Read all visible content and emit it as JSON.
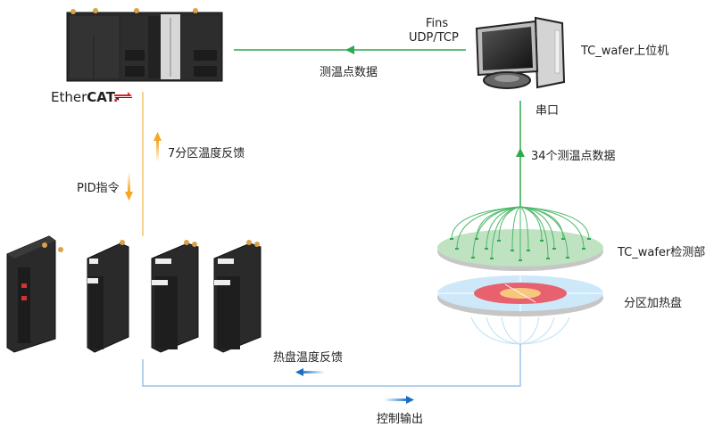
{
  "diagram": {
    "controller": {
      "name": "plc-controller",
      "bus_logo": {
        "prefix": "Ether",
        "suffix": "CAT",
        "mark": "."
      }
    },
    "host": {
      "label": "TC_wafer上位机"
    },
    "link_host_plc": {
      "protocol_line1": "Fins",
      "protocol_line2": "UDP/TCP",
      "data_label": "测温点数据"
    },
    "serial": {
      "label": "串口",
      "data_label": "34个测温点数据"
    },
    "plc_io": {
      "feedback_label": "7分区温度反馈",
      "command_label": "PID指令"
    },
    "sensor": {
      "label": "TC_wafer检测部",
      "point_count": 34
    },
    "heater": {
      "label": "分区加热盘"
    },
    "io_loop": {
      "feedback_label": "热盘温度反馈",
      "output_label": "控制输出"
    },
    "io_modules": [
      "io-module-1",
      "io-module-2",
      "io-module-3",
      "io-module-4"
    ],
    "colors": {
      "green": "#2fa84f",
      "orange": "#f5a623",
      "blue_line": "#9cc3e6",
      "blue_arrow": "#1b6fc0",
      "sensor_fill": "#bfe2c0",
      "heater_fill": "#cde8f8",
      "heater_ring": "#e8616e",
      "heater_center": "#f8c77e",
      "device_dark": "#2a2a2a"
    }
  }
}
